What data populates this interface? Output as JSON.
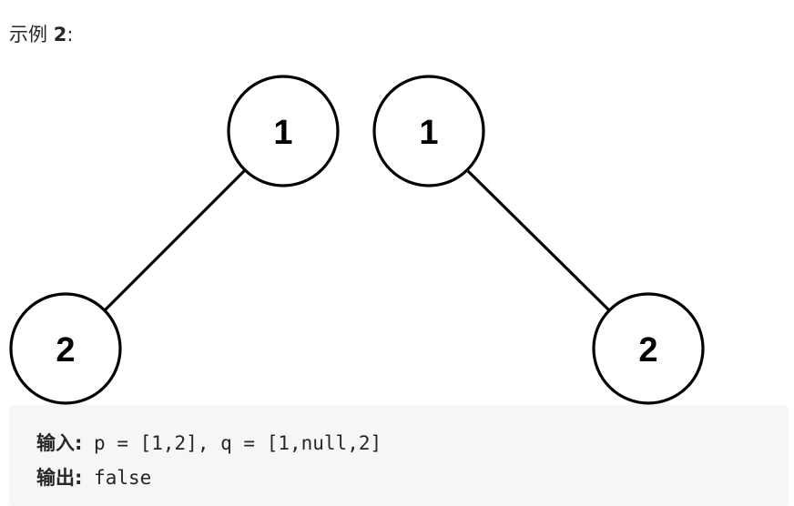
{
  "heading": {
    "prefix": "示例 ",
    "number": "2",
    "suffix": ":"
  },
  "trees": {
    "p": {
      "nodes": [
        {
          "value": "1"
        },
        {
          "value": "2"
        }
      ]
    },
    "q": {
      "nodes": [
        {
          "value": "1"
        },
        {
          "value": "2"
        }
      ]
    }
  },
  "example": {
    "input_label": "输入:",
    "input_value": " p = [1,2], q = [1,null,2]",
    "output_label": "输出:",
    "output_value": " false"
  }
}
